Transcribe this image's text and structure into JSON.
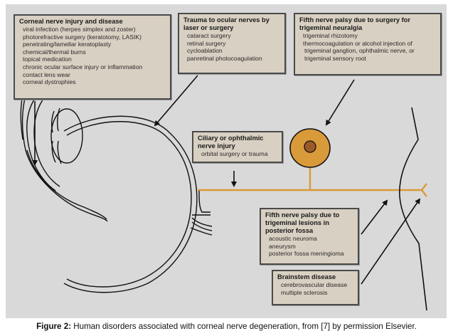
{
  "figure": {
    "background": "#d9d9d9",
    "box_fill": "#d8d0c2",
    "nerve_color": "#d99a3a",
    "ganglion_fill": "#d99a3a",
    "ganglion_core": "#9a5a2a"
  },
  "boxes": {
    "corneal": {
      "title": "Corneal nerve injury and disease",
      "items": [
        "viral infection (herpes simplex and zoster)",
        "photorefractive surgery (keratotomy, LASIK)",
        "penetrating/lamellar keratoplasty",
        "chemical/thermal burns",
        "topical medication",
        "chronic ocular surface injury or inflammation",
        "contact lens wear",
        "corneal dystrophies"
      ]
    },
    "trauma": {
      "title_line1": "Trauma to ocular nerves by",
      "title_line2": "laser or surgery",
      "items": [
        "cataract surgery",
        "retinal surgery",
        "cycloablation",
        "panretinal photocoagulation"
      ]
    },
    "fifth_surgery": {
      "title_line1": "Fifth nerve palsy due to surgery for",
      "title_line2": "trigeminal neuralgia",
      "items": [
        "trigeminal rhizotomy",
        "thermocoagulation or alcohol injection of",
        "trigeminal ganglion, ophthalmic nerve, or",
        "trigeminal sensory root"
      ]
    },
    "ciliary": {
      "title_line1": "Ciliary or ophthalmic",
      "title_line2": "nerve injury",
      "items": [
        "orbital surgery or trauma"
      ]
    },
    "fifth_lesions": {
      "title_line1": "Fifth nerve palsy due to",
      "title_line2": "trigeminal lesions in",
      "title_line3": "posterior fossa",
      "items": [
        "acoustic neuroma",
        "aneurysm",
        "posterior fossa meningioma"
      ]
    },
    "brainstem": {
      "title": "Brainstem disease",
      "items": [
        "cerebrovascular disease",
        "multiple sclerosis"
      ]
    }
  },
  "caption": {
    "label": "Figure 2:",
    "text": " Human disorders associated with corneal nerve degeneration, from [7] by permission Elsevier."
  }
}
